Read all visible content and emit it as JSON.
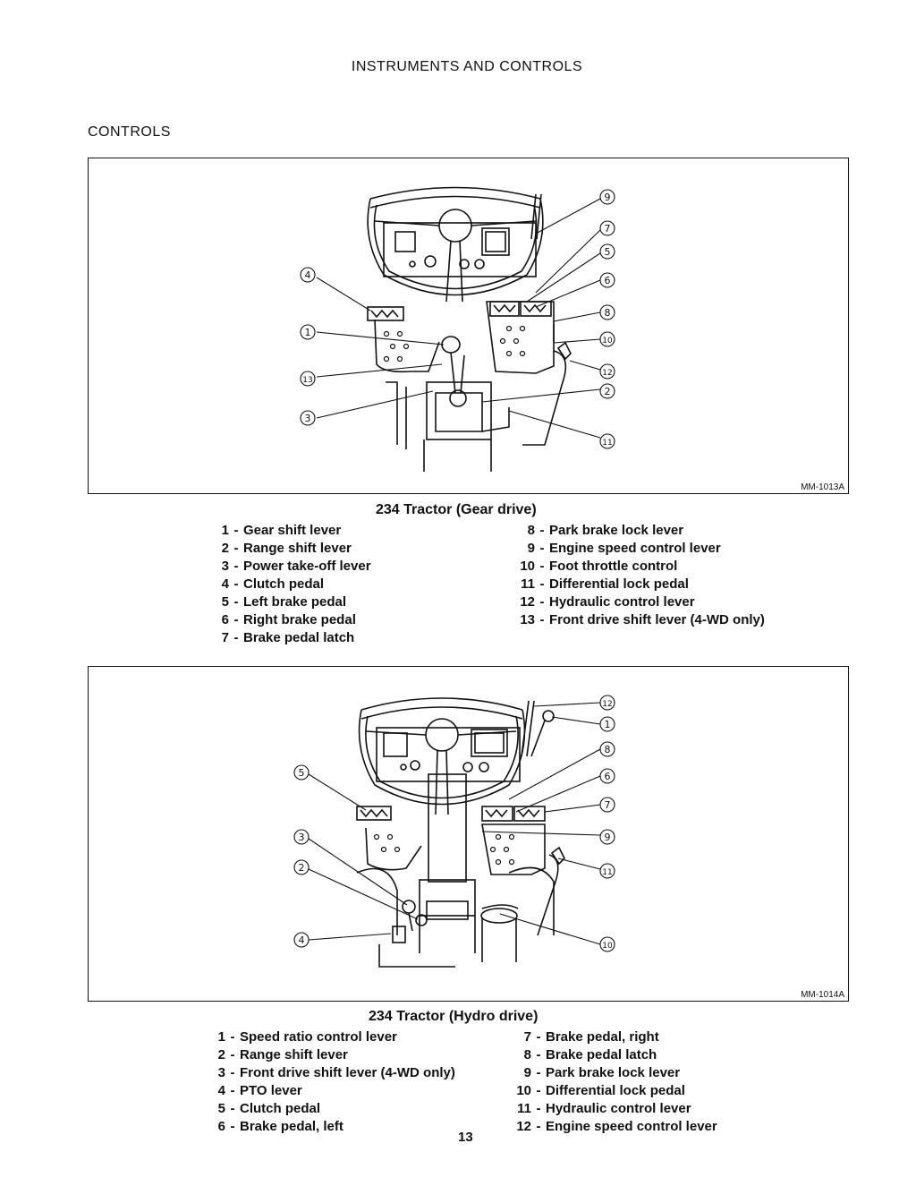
{
  "header": {
    "title": "INSTRUMENTS AND CONTROLS"
  },
  "section": {
    "title": "CONTROLS"
  },
  "figure1": {
    "code": "MM-1013A",
    "caption": "234 Tractor  (Gear drive)",
    "callouts": [
      "9",
      "7",
      "5",
      "6",
      "8",
      "10",
      "12",
      "2",
      "11",
      "4",
      "1",
      "13",
      "3"
    ],
    "legend_left": [
      {
        "num": "1",
        "label": "Gear shift lever"
      },
      {
        "num": "2",
        "label": "Range shift lever"
      },
      {
        "num": "3",
        "label": "Power take-off lever"
      },
      {
        "num": "4",
        "label": "Clutch pedal"
      },
      {
        "num": "5",
        "label": "Left brake pedal"
      },
      {
        "num": "6",
        "label": "Right brake pedal"
      },
      {
        "num": "7",
        "label": "Brake pedal latch"
      }
    ],
    "legend_right": [
      {
        "num": "8",
        "label": "Park brake lock lever"
      },
      {
        "num": "9",
        "label": "Engine speed control lever"
      },
      {
        "num": "10",
        "label": "Foot throttle control"
      },
      {
        "num": "11",
        "label": "Differential lock pedal"
      },
      {
        "num": "12",
        "label": "Hydraulic control lever"
      },
      {
        "num": "13",
        "label": "Front drive shift lever (4-WD only)"
      }
    ]
  },
  "figure2": {
    "code": "MM-1014A",
    "caption": "234  Tractor  (Hydro drive)",
    "callouts": [
      "12",
      "1",
      "8",
      "6",
      "7",
      "9",
      "11",
      "10",
      "5",
      "3",
      "2",
      "4"
    ],
    "legend_left": [
      {
        "num": "1",
        "label": "Speed ratio control lever"
      },
      {
        "num": "2",
        "label": "Range shift lever"
      },
      {
        "num": "3",
        "label": "Front drive shift lever (4-WD only)"
      },
      {
        "num": "4",
        "label": "PTO lever"
      },
      {
        "num": "5",
        "label": "Clutch pedal"
      },
      {
        "num": "6",
        "label": "Brake pedal, left"
      }
    ],
    "legend_right": [
      {
        "num": "7",
        "label": "Brake pedal, right"
      },
      {
        "num": "8",
        "label": "Brake pedal latch"
      },
      {
        "num": "9",
        "label": "Park brake lock lever"
      },
      {
        "num": "10",
        "label": "Differential lock pedal"
      },
      {
        "num": "11",
        "label": "Hydraulic control lever"
      },
      {
        "num": "12",
        "label": "Engine speed control lever"
      }
    ]
  },
  "footer": {
    "page_number": "13"
  }
}
